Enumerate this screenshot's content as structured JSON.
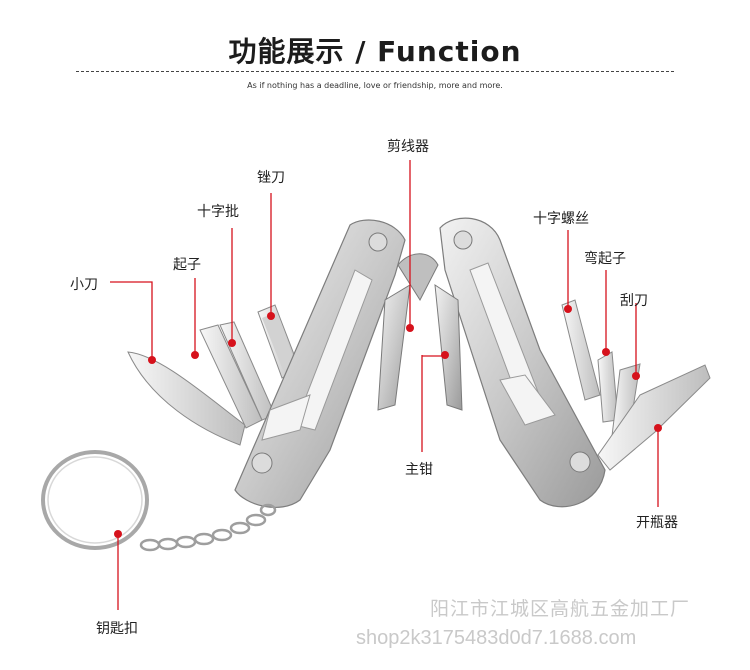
{
  "header": {
    "title": "功能展示 / Function",
    "subtitle": "As if nothing has a deadline, love or friendship, more and more."
  },
  "callouts": {
    "knife": "小刀",
    "bottle_opener": "起子",
    "phillips": "十字批",
    "file": "锉刀",
    "wire_cutter": "剪线器",
    "main_pliers": "主钳",
    "cross_screw": "十字螺丝",
    "bent_opener": "弯起子",
    "scraper": "刮刀",
    "can_opener": "开瓶器",
    "key_ring": "钥匙扣"
  },
  "watermark": {
    "line1": "阳江市江城区高航五金加工厂",
    "line2": "shop2k3175483d0d7.1688.com"
  },
  "colors": {
    "callout": "#d6121c",
    "steel_light": "#e6e6e6",
    "steel_dark": "#8a8a8a"
  }
}
